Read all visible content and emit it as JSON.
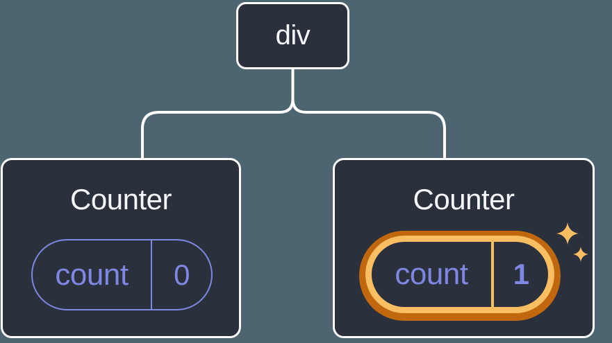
{
  "diagram": {
    "description": "React component tree: a div root with two Counter children; second Counter state pill is highlighted",
    "root": {
      "label": "div"
    },
    "children": [
      {
        "title": "Counter",
        "state": {
          "label": "count",
          "value": "0"
        },
        "highlighted": false
      },
      {
        "title": "Counter",
        "state": {
          "label": "count",
          "value": "1"
        },
        "highlighted": true
      }
    ]
  },
  "icons": {
    "sparkle_large": "4-point-star",
    "sparkle_small": "4-point-star"
  },
  "colors": {
    "background": "#4d6571",
    "card_background": "#2b313c",
    "line_white": "#ffffff",
    "text_white": "#f4f6f9",
    "state_purple": "#7e87e1",
    "highlight_orange_light": "#f9bd62",
    "highlight_orange_dark": "#c1680e"
  }
}
